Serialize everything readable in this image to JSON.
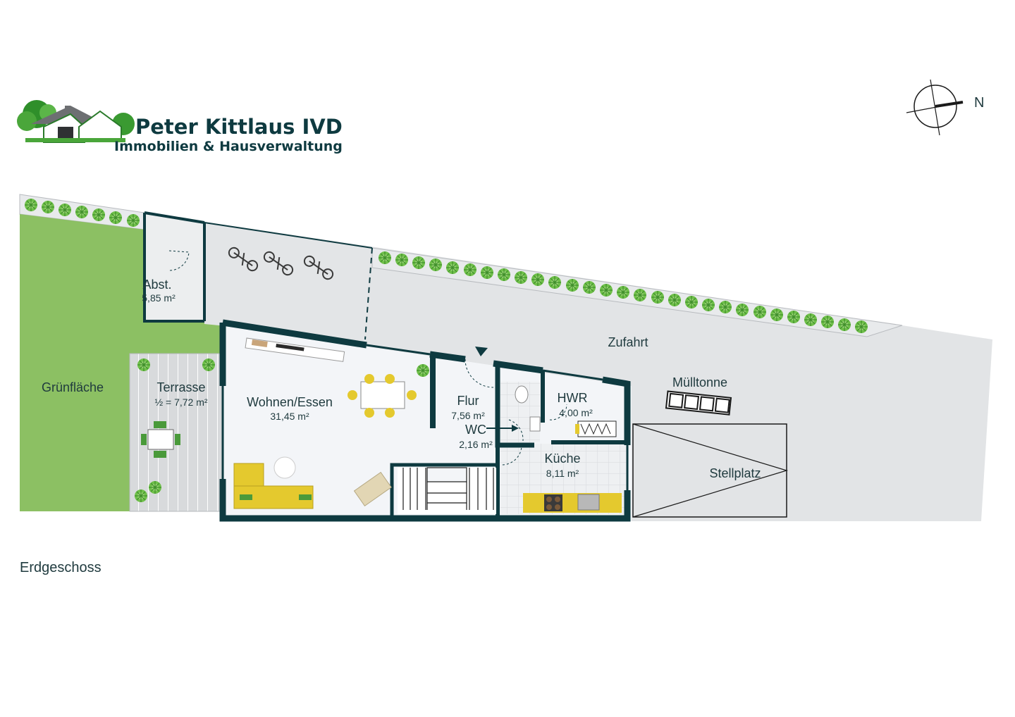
{
  "logo": {
    "title": "Peter Kittlaus IVD",
    "subtitle": "Immobilien & Hausverwaltung"
  },
  "compass": {
    "label": "N"
  },
  "floor_label": "Erdgeschoss",
  "rooms": {
    "gruenflaeche": {
      "name": "Grünfläche"
    },
    "terrasse": {
      "name": "Terrasse",
      "area": "½ = 7,72 m²"
    },
    "abst": {
      "name": "Abst.",
      "area": "5,85 m²"
    },
    "wohnen": {
      "name": "Wohnen/Essen",
      "area": "31,45 m²"
    },
    "flur": {
      "name": "Flur",
      "area": "7,56 m²"
    },
    "wc": {
      "name": "WC",
      "area": "2,16 m²"
    },
    "hwr": {
      "name": "HWR",
      "area": "4,00 m²"
    },
    "kueche": {
      "name": "Küche",
      "area": "8,11 m²"
    },
    "zufahrt": {
      "name": "Zufahrt"
    },
    "muelltonne": {
      "name": "Mülltonne"
    },
    "stellplatz": {
      "name": "Stellplatz"
    }
  },
  "colors": {
    "wall": "#0e3a40",
    "lawn": "#8cc063",
    "paving": "#e2e4e6",
    "floor": "#f3f5f8",
    "deck": "#d6d8da",
    "sofa": "#e4c92e",
    "plant": "#5fae3e"
  }
}
